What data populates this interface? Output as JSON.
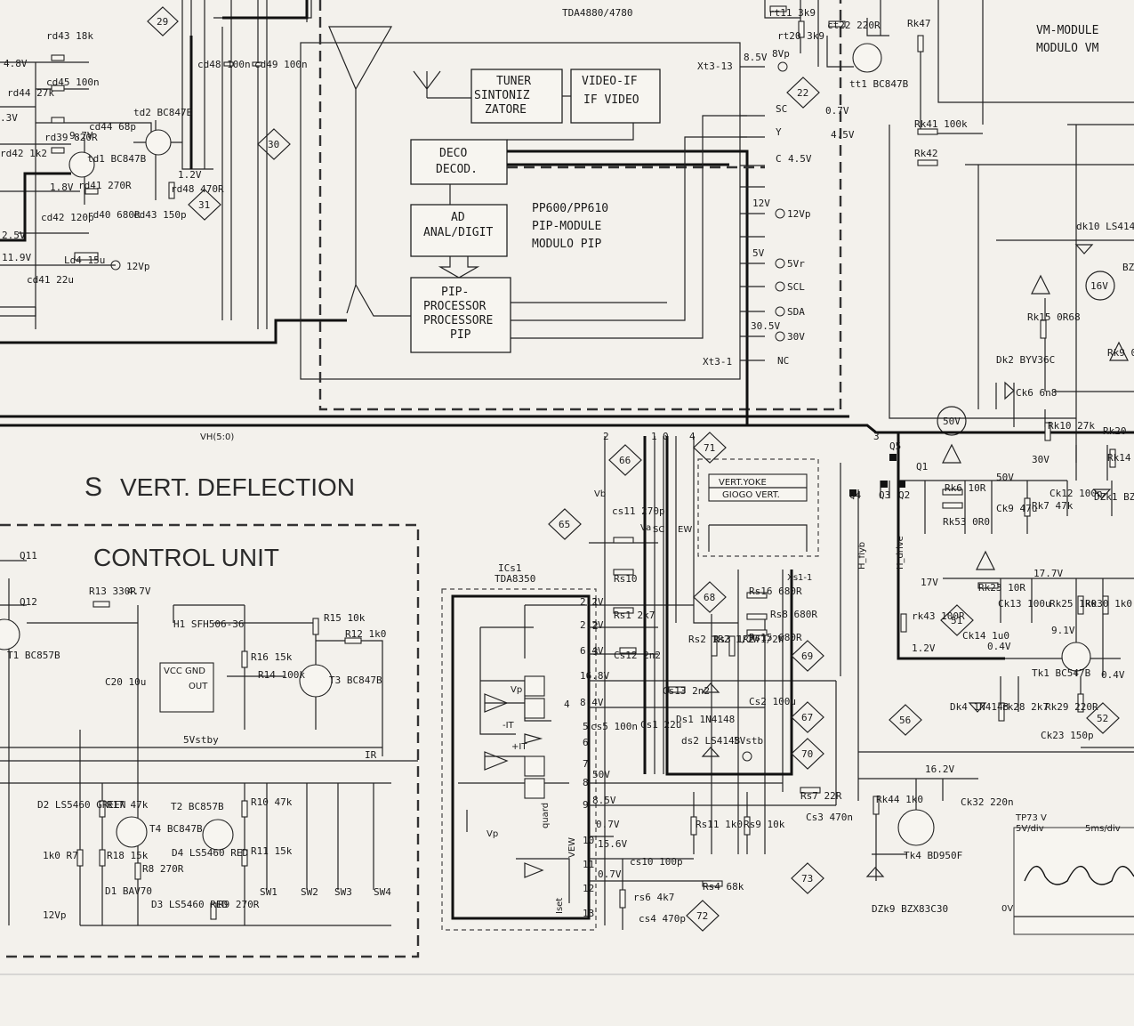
{
  "top": {
    "ic_ref": "TDA4880/4780",
    "vm_module": [
      "VM-MODULE",
      "MODULO VM"
    ]
  },
  "pip": {
    "title": [
      "PP600/PP610",
      "PIP-MODULE",
      "MODULO PIP"
    ],
    "tuner": [
      "TUNER",
      "SINTONIZ",
      "ZATORE"
    ],
    "video_if": [
      "VIDEO-IF",
      "IF VIDEO"
    ],
    "deco": [
      "DECO",
      "DECOD."
    ],
    "ad": [
      "AD",
      "ANAL/DIGIT"
    ],
    "processor": [
      "PIP-",
      "PROCESSOR",
      "PROCESSORE",
      "PIP"
    ],
    "connector_top": "Xt3-13",
    "connector_bot": "Xt3-1",
    "pins": [
      "8Vp",
      "12Vp",
      "5Vr",
      "SCL",
      "SDA",
      "30V",
      "NC"
    ],
    "pin_volts": [
      "8.5V",
      "12V",
      "5V",
      "30.5V"
    ],
    "signals": [
      "SC",
      "Y",
      "C"
    ],
    "sig_volts": [
      "0.7V",
      "4.5V",
      "4.5V"
    ]
  },
  "section": {
    "bus": "VH(5:0)",
    "letter": "S",
    "title": "VERT. DEFLECTION",
    "control_unit": "CONTROL UNIT"
  },
  "markers": [
    "29",
    "30",
    "31",
    "22",
    "65",
    "66",
    "71",
    "68",
    "69",
    "67",
    "70",
    "73",
    "72",
    "51",
    "56",
    "52",
    "50V",
    "16V"
  ],
  "components_top": [
    "rd43 18k",
    "cd45 100n",
    "rd44 27k",
    "rd39 820R",
    "cd44 68p",
    "td2 BC847B",
    "td1 BC847B",
    "rd41 270R",
    "rd40 680R",
    "cd42 120p",
    "cd43 150p",
    "rd48 470R",
    "cd48 100n",
    "cd49 100n",
    "Ld4 15u",
    "cd41 22u",
    "rd42 1k2",
    "rt11 3k9",
    "rt20 3k9",
    "ct22 220R",
    "tt1 BC847B",
    "Rk47",
    "Rk41 100k",
    "Rk42"
  ],
  "volts_top": [
    "4.8V",
    "9.7V",
    "1.8V",
    "1.2V",
    "12Vp",
    "11.9V",
    "2.5V",
    ".3V"
  ],
  "control": [
    "Q11",
    "Q12",
    "T1 BC857B",
    "R13 330R",
    "4.7V",
    "H1 SFH506-36",
    "VCC GND",
    "OUT",
    "R15 10k",
    "R12 1k0",
    "R16 15k",
    "R14 100k",
    "T3 BC847B",
    "C20 10u",
    "5Vstby",
    "IR",
    "D2 LS5460 GREEN",
    "R17 47k",
    "T4 BC847B",
    "T2 BC857B",
    "R10 47k",
    "R11 15k",
    "R18 15k",
    "R8 270R",
    "D4 LS5460 RED",
    "R9 270R",
    "D1 BAV70",
    "D3 LS5460 RED",
    "1k0 R7",
    "12Vp",
    "SW1",
    "SW2",
    "SW3",
    "SW4"
  ],
  "ic": [
    "ICs1",
    "TDA8350",
    "Vp",
    "-IT",
    "+IT",
    "quard",
    "Vp",
    "VEW",
    "Iset"
  ],
  "ic_volts": [
    "2.2V",
    "2.2V",
    "6.4V",
    "16.8V",
    "8.4V",
    "50V",
    "8.5V",
    "0.7V",
    "15.6V",
    "0.7V"
  ],
  "ic_pins": [
    "1",
    "2",
    "3",
    "4",
    "5",
    "6",
    "7",
    "8",
    "9",
    "10",
    "11",
    "12",
    "13"
  ],
  "vert_comps": [
    "cs11 270p",
    "Rs10",
    "Rs1 2k7",
    "Cs12 2n2",
    "Cs13 2n2",
    "cs5 100n",
    "Cs1 22u",
    "Ds1 1N4148",
    "ds2 LS4148",
    "5Vstb",
    "Cs2 100u",
    "Rs16 680R",
    "Rs8 680R",
    "Rs15 680R",
    "Rs2 1R2 1/2W",
    "Rs3 1R2 1/2W",
    "VERT.YOKE",
    "GIOGO VERT.",
    "Xs1-1",
    "Rs11 1k0",
    "Rs9 10k",
    "cs10 100p",
    "rs6 4k7",
    "cs4 470p",
    "Rs4 68k",
    "Rs7 22R",
    "Cs3 470n",
    "Vb",
    "Va",
    "SC",
    "EW"
  ],
  "bus_pins": [
    "2",
    "3",
    "1",
    "0",
    "4"
  ],
  "right": [
    "Q4",
    "Q3",
    "Q2",
    "Q5",
    "Q1",
    "H_flyb",
    "H_drive",
    "Rk6 10R",
    "Rk53 0R0",
    "Ck9 47u",
    "Rk7 47k",
    "50V",
    "30V",
    "Ck12 100n",
    "DZk1 BZX83C",
    "dk10 LS4148",
    "Rk15 0R68",
    "Dk2 BYV36C",
    "Ck6 6n8",
    "Rk10 27k",
    "Rk20",
    "Rk14 5k6",
    "Rk9 0R1 1/2W",
    "17V",
    "Rk23 10R",
    "Ck13 100u",
    "17.7V",
    "Rk25 1k0",
    "Rk30 1k0",
    "9.1V",
    "0.4V",
    "rk43 100R",
    "1.2V",
    "Ck14 1u0",
    "0.4V",
    "Tk1 BC547B",
    "Dk4 1N4148",
    "rk28 2k7",
    "Rk29 220R",
    "Ck23 150p",
    "16.2V",
    "Rk44 1k0",
    "Ck32 220n",
    "Tk4 BD950F",
    "DZk9 BZX83C30",
    "BZ"
  ],
  "scope": {
    "probe": "TP73 V",
    "vdiv": "5V/div",
    "tdiv": "5ms/div",
    "zero": "0V"
  }
}
